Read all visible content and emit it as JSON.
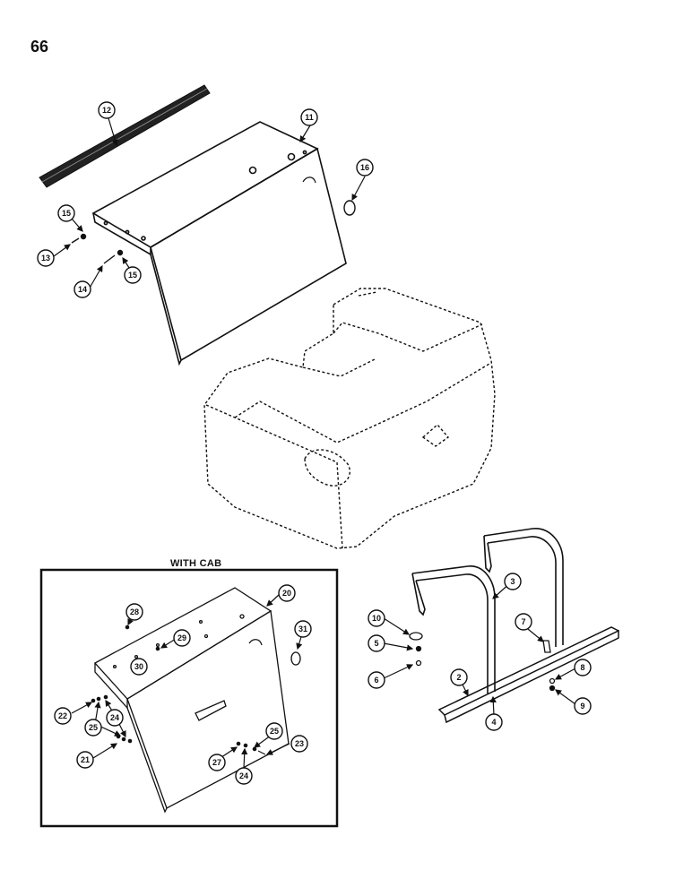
{
  "page_number": "66",
  "inset_title": "WITH CAB",
  "callouts": {
    "c2": "2",
    "c3": "3",
    "c4": "4",
    "c5": "5",
    "c6": "6",
    "c7": "7",
    "c8": "8",
    "c9": "9",
    "c10": "10",
    "c11": "11",
    "c12": "12",
    "c13": "13",
    "c14": "14",
    "c15a": "15",
    "c15b": "15",
    "c16": "16",
    "c20": "20",
    "c21": "21",
    "c22": "22",
    "c23": "23",
    "c24a": "24",
    "c24b": "24",
    "c25a": "25",
    "c25b": "25",
    "c27": "27",
    "c28": "28",
    "c29": "29",
    "c30": "30",
    "c31": "31"
  },
  "colors": {
    "ink": "#111111",
    "paper": "#ffffff",
    "strip": "#222222"
  }
}
